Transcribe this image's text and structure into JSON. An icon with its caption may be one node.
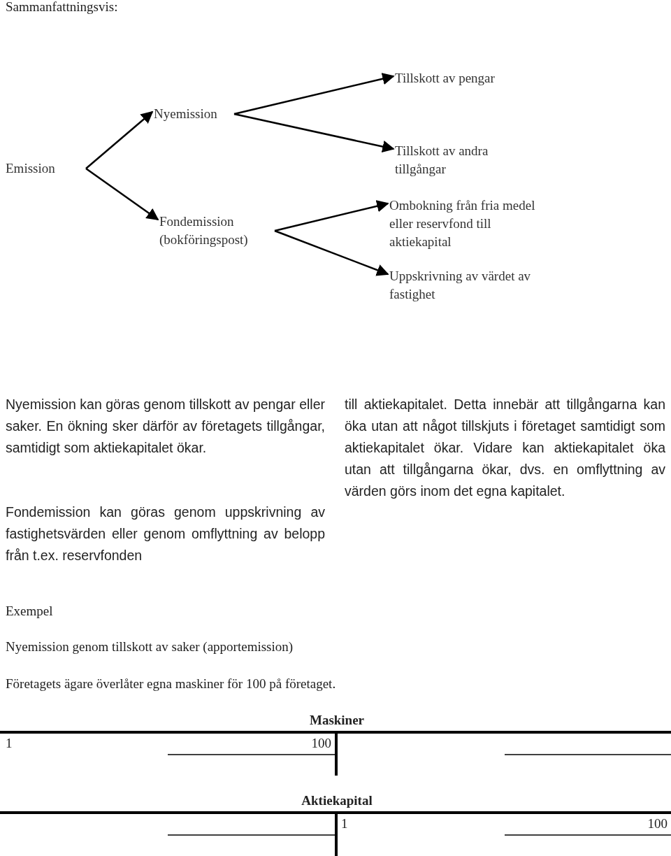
{
  "diagram": {
    "title": "Sammanfattningsvis:",
    "nodes": [
      {
        "text": [
          "Emission"
        ]
      },
      {
        "text": [
          "Nyemission"
        ]
      },
      {
        "text": [
          "Fondemission (bokföringspost)"
        ]
      },
      {
        "text": [
          "Tillskott av pengar"
        ]
      },
      {
        "text": [
          "Tillskott av andra tillgångar"
        ]
      },
      {
        "text": [
          "Ombokning från fria medel eller reservfond till aktiekapital"
        ]
      },
      {
        "text": [
          "Uppskrivning av värdet av fastighet"
        ]
      }
    ],
    "edges": [
      {
        "from": 0,
        "to": 1,
        "arrow": "to"
      },
      {
        "from": 0,
        "to": 2,
        "arrow": "to"
      },
      {
        "from": 1,
        "to": 3,
        "arrow": "to"
      },
      {
        "from": 1,
        "to": 4,
        "arrow": "to"
      },
      {
        "from": 2,
        "to": 5,
        "arrow": "to"
      },
      {
        "from": 2,
        "to": 6,
        "arrow": "to"
      }
    ],
    "labels": [
      "Nyemission kan göras genom tillskott av pengar eller saker. En ökning sker därför av företagets tillgångar, samtidigt som aktiekapitalet ökar.",
      "Fondemission kan göras genom uppskrivning av fastighetsvärden eller genom omflyttning av belopp från t.ex. reservfonden",
      "till aktiekapitalet. Detta innebär att tillgångarna kan öka utan att något tillskjuts i företaget samtidigt som aktiekapitalet ökar. Vidare kan aktiekapitalet öka utan att tillgångarna ökar, dvs. en omflyttning av värden görs inom det egna kapitalet.",
      "Exempel",
      "Nyemission genom tillskott av saker (apportemission)",
      "Företagets ägare överlåter egna maskiner för 100 på företaget.",
      "Maskiner",
      "1",
      "100",
      "Aktiekapital",
      "1",
      "100"
    ]
  }
}
